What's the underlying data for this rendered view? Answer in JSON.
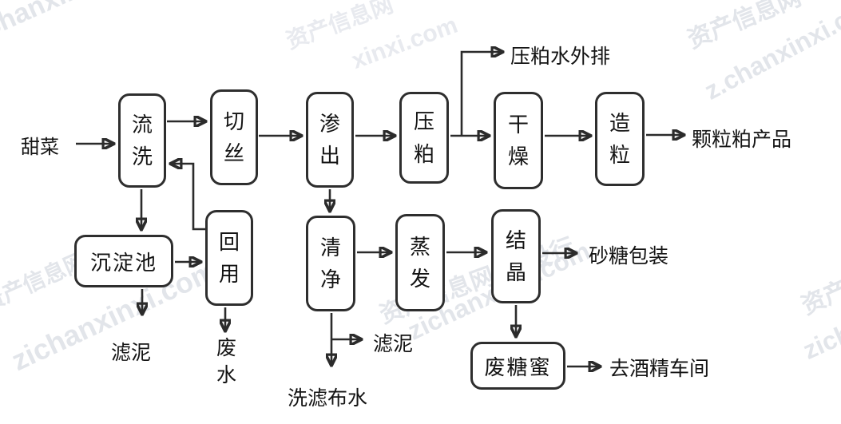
{
  "diagram_type": "process-flow",
  "colors": {
    "background": "#ffffff",
    "line": "#2b2b2b",
    "box_border": "#2e2e2e",
    "text": "#141414",
    "watermark": "#e2e5ea"
  },
  "nodes": {
    "liuxi": {
      "label": "流洗"
    },
    "qiesi": {
      "label": "切丝"
    },
    "shenchu": {
      "label": "渗出"
    },
    "yapo": {
      "label": "压粕"
    },
    "ganzao": {
      "label": "干燥"
    },
    "zaoli": {
      "label": "造粒"
    },
    "chendianchi": {
      "label": "沉淀池"
    },
    "huiyong": {
      "label": "回用"
    },
    "qingjing": {
      "label": "清净"
    },
    "zhengfa": {
      "label": "蒸发"
    },
    "jiejing": {
      "label": "结晶"
    },
    "feitangmi": {
      "label": "废糖蜜"
    }
  },
  "io_labels": {
    "input_beet": "甜菜",
    "pulp_water_discharge": "压粕水外排",
    "granule_pulp_product": "颗粒粕产品",
    "filter_mud_left": "滤泥",
    "waste_water": "废水",
    "filter_mud_mid": "滤泥",
    "wash_filter_cloth_water": "洗滤布水",
    "sugar_packing": "砂糖包装",
    "to_alcohol_workshop": "去酒精车间"
  },
  "edges": [
    {
      "from": "甜菜",
      "to": "流洗"
    },
    {
      "from": "流洗",
      "to": "切丝"
    },
    {
      "from": "切丝",
      "to": "渗出"
    },
    {
      "from": "渗出",
      "to": "压粕"
    },
    {
      "from": "压粕",
      "to": "干燥"
    },
    {
      "from": "压粕",
      "to": "压粕水外排"
    },
    {
      "from": "干燥",
      "to": "造粒"
    },
    {
      "from": "造粒",
      "to": "颗粒粕产品"
    },
    {
      "from": "流洗",
      "to": "沉淀池"
    },
    {
      "from": "沉淀池",
      "to": "回用"
    },
    {
      "from": "沉淀池",
      "to": "滤泥"
    },
    {
      "from": "回用",
      "to": "流洗"
    },
    {
      "from": "回用",
      "to": "废水"
    },
    {
      "from": "渗出",
      "to": "清净"
    },
    {
      "from": "清净",
      "to": "蒸发"
    },
    {
      "from": "清净",
      "to": "滤泥"
    },
    {
      "from": "清净",
      "to": "洗滤布水"
    },
    {
      "from": "蒸发",
      "to": "结晶"
    },
    {
      "from": "结晶",
      "to": "砂糖包装"
    },
    {
      "from": "结晶",
      "to": "废糖蜜"
    },
    {
      "from": "废糖蜜",
      "to": "去酒精车间"
    }
  ],
  "watermarks": [
    {
      "text": "资产信息网 〒"
    },
    {
      "text": "zichanxinxi.com"
    },
    {
      "text": "资产信息网"
    },
    {
      "text": "xinxi.com"
    },
    {
      "text": "资产信息网 〒"
    },
    {
      "text": "z.chanxinxi.c"
    },
    {
      "text": "资产信息网 一 投行"
    },
    {
      "text": "zichanxinxi.com"
    },
    {
      "text": "资产信息网"
    },
    {
      "text": "zichanxinxi.com"
    },
    {
      "text": "资产"
    },
    {
      "text": "zich"
    }
  ]
}
